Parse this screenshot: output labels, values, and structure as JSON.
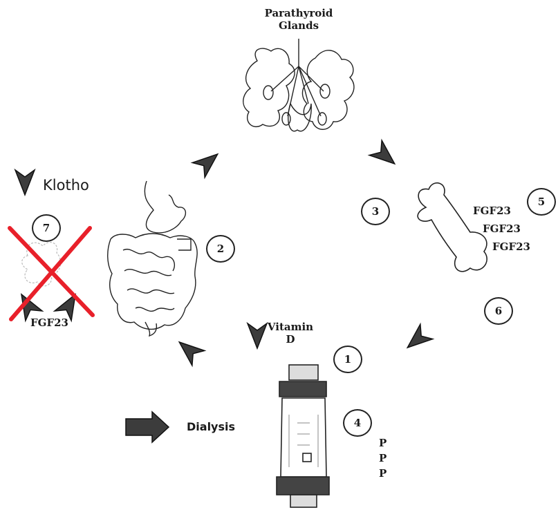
{
  "labels": {
    "parathyroid": "Parathyroid Glands",
    "klotho": "Klotho",
    "fgf23_kidney": "FGF23",
    "fgf23_bone": [
      "FGF23",
      "FGF23",
      "FGF23"
    ],
    "vitamin_d": "Vitamin D",
    "dialysis": "Dialysis",
    "phosphate": [
      "P",
      "P",
      "P"
    ]
  },
  "steps": [
    "1",
    "2",
    "3",
    "4",
    "5",
    "6",
    "7"
  ],
  "colors": {
    "ink": "#1a1a1a",
    "arrow_fill": "#3c3c3c",
    "cross": "#e8202a"
  }
}
